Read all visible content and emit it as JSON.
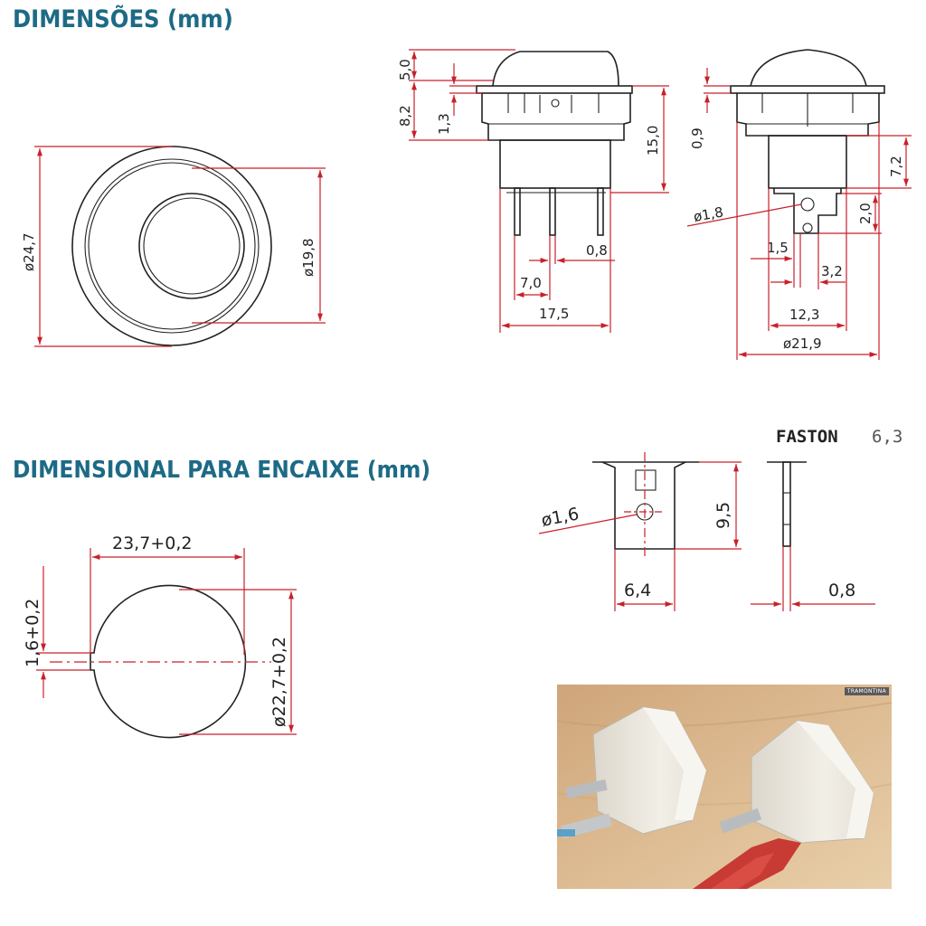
{
  "headings": {
    "dimensions": "DIMENSÕES (mm)",
    "fitting": "DIMENSIONAL PARA ENCAIXE (mm)"
  },
  "front_view": {
    "outer_diameter": "ø24,7",
    "inner_diameter": "ø19,8"
  },
  "side_view": {
    "rocker_height": "5,0",
    "body_height": "8,2",
    "flange": "1,3",
    "total_height": "15,0",
    "terminal_spacing": "7,0",
    "terminal_thickness": "0,8",
    "width": "17,5"
  },
  "end_view": {
    "flange_thickness": "0,9",
    "terminal_length": "7,2",
    "hole_offset": "2,0",
    "hole_diameter": "ø1,8",
    "terminal_left": "1,5",
    "terminal_width": "3,2",
    "body_width": "12,3",
    "flange_diameter": "ø21,9"
  },
  "faston": {
    "title": "FASTON",
    "size": "6,3",
    "hole": "ø1,6",
    "length": "9,5",
    "width": "6,4",
    "thickness": "0,8"
  },
  "cutout": {
    "width": "23,7+0,2",
    "notch": "1,6+0,2",
    "diameter": "ø22,7+0,2"
  },
  "photo": {
    "brand": "TRAMONTINA"
  }
}
